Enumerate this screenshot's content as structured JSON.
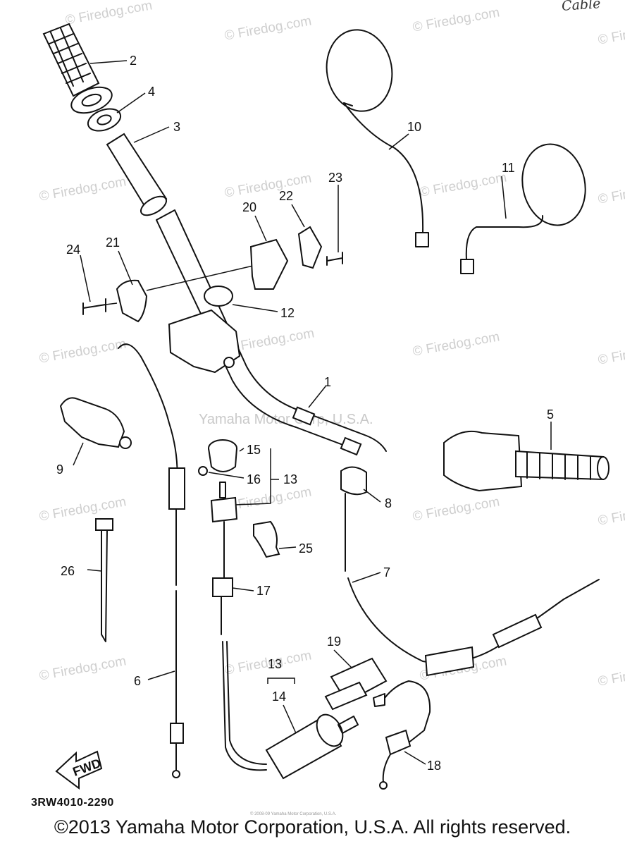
{
  "corner_note": "Cable",
  "watermark": {
    "site": "© Firedog.com",
    "center": "Yamaha Motor Corp, U.S.A."
  },
  "drawing_code": "3RW4010-2290",
  "fwd_label": "FWD",
  "copyright": "©2013 Yamaha Motor Corporation, U.S.A. All rights reserved.",
  "micro_copyright": "© 2008-09 Yamaha Motor Corporation, U.S.A.",
  "callouts": [
    {
      "id": "1",
      "text": "1"
    },
    {
      "id": "2",
      "text": "2"
    },
    {
      "id": "3",
      "text": "3"
    },
    {
      "id": "4",
      "text": "4"
    },
    {
      "id": "5",
      "text": "5"
    },
    {
      "id": "6",
      "text": "6"
    },
    {
      "id": "7",
      "text": "7"
    },
    {
      "id": "8",
      "text": "8"
    },
    {
      "id": "9",
      "text": "9"
    },
    {
      "id": "10",
      "text": "10"
    },
    {
      "id": "11",
      "text": "11"
    },
    {
      "id": "12",
      "text": "12"
    },
    {
      "id": "13a",
      "text": "13"
    },
    {
      "id": "13b",
      "text": "13"
    },
    {
      "id": "14",
      "text": "14"
    },
    {
      "id": "15",
      "text": "15"
    },
    {
      "id": "16",
      "text": "16"
    },
    {
      "id": "17",
      "text": "17"
    },
    {
      "id": "18",
      "text": "18"
    },
    {
      "id": "19",
      "text": "19"
    },
    {
      "id": "20",
      "text": "20"
    },
    {
      "id": "21",
      "text": "21"
    },
    {
      "id": "22",
      "text": "22"
    },
    {
      "id": "23",
      "text": "23"
    },
    {
      "id": "24",
      "text": "24"
    },
    {
      "id": "25",
      "text": "25"
    },
    {
      "id": "26",
      "text": "26"
    }
  ]
}
